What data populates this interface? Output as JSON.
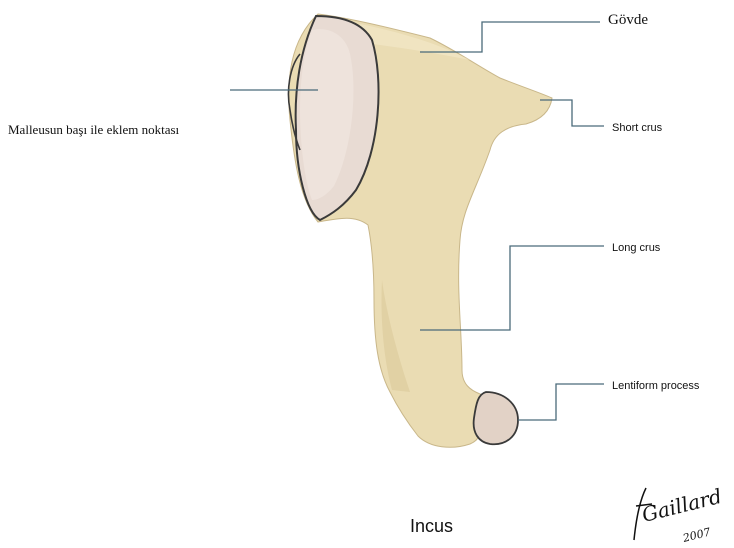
{
  "labels": {
    "body": "Gövde",
    "articulation": "Malleusun başı ile eklem noktası",
    "short_crus": "Short crus",
    "long_crus": "Long crus",
    "lentiform": "Lentiform process"
  },
  "caption": "Incus",
  "signature": {
    "text": "F Gaillard 2007",
    "kind": "handwritten-signature"
  },
  "colors": {
    "bone": "#eadcb3",
    "bone_shadow": "#d9c79a",
    "cartilage": "#e8dbd3",
    "outline": "#3a3a3a",
    "leader": "#4a6a7a"
  }
}
